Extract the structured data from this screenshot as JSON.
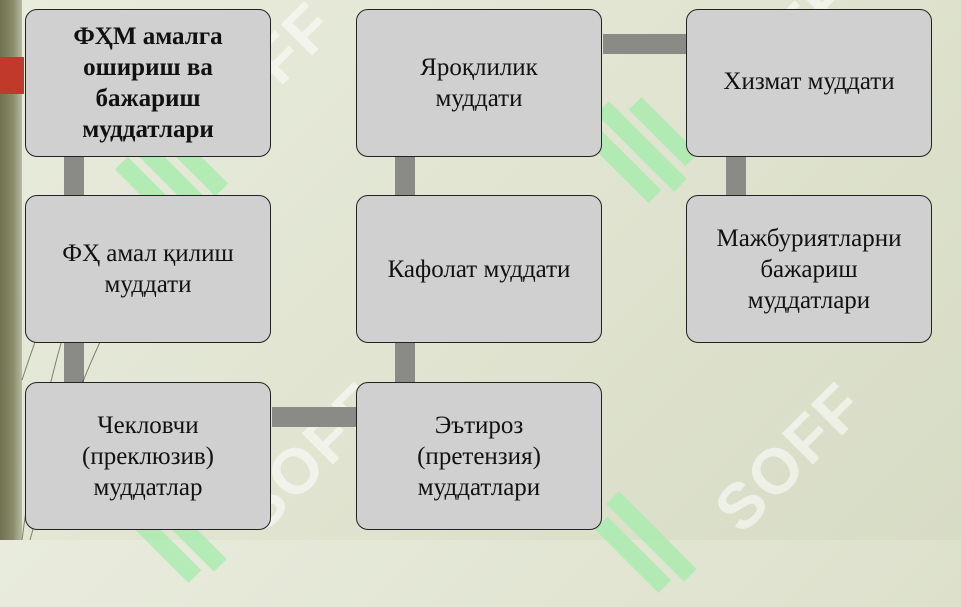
{
  "boxes": {
    "root": "ФҲМ амалга\nошириш ва\nбажариш\nмуддатлари",
    "validity": "ФҲ амал қилиш\nмуддати",
    "preclusive": "Чекловчи\n(преклюзив)\nмуддатлар",
    "claims": "Эътироз\n(претензия)\nмуддатлари",
    "warranty": "Кафолат муддати",
    "shelf_life": "Яроқлилик\nмуддати",
    "service_life": "Хизмат муддати",
    "obligations": "Мажбуриятларни\nбажариш\nмуддатлари"
  },
  "watermark": "SOFF",
  "colors": {
    "box_fill": "#cfd0cf",
    "connector": "#8a8a86",
    "accent": "#c0392b",
    "watermark_mark": "#aaebaf"
  }
}
